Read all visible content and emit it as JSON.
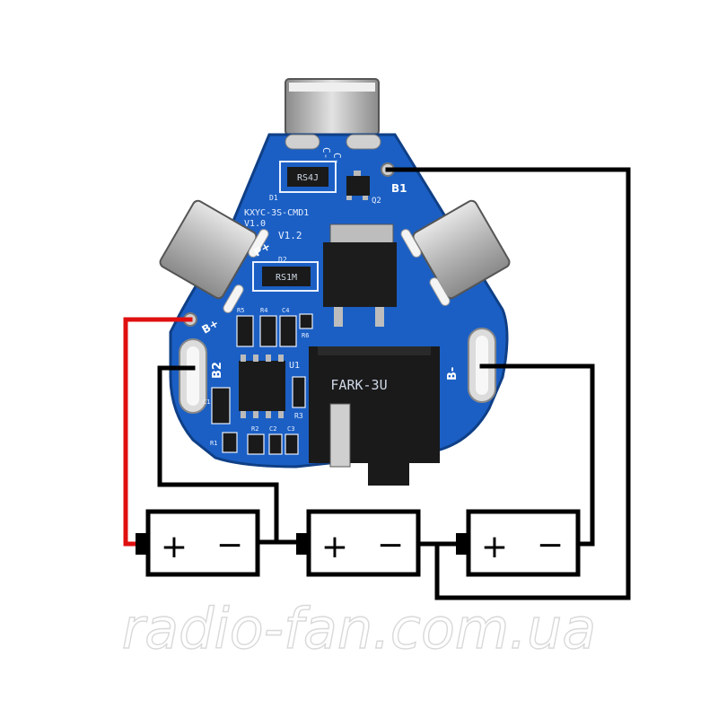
{
  "board": {
    "model": "KXYC-3S-CMD1",
    "version": "V1.0",
    "version2": "V1.2",
    "chip_d1": "RS4J",
    "chip_d2": "RS1M",
    "chip_u3": "FARK-3U",
    "labels": {
      "c_minus_1": "C-",
      "c_minus_2": "C-",
      "b1": "B1",
      "q2": "Q2",
      "d1": "D1",
      "d2": "D2",
      "p_plus": "P+",
      "b_plus": "B+",
      "b2": "B2",
      "b_minus": "B-",
      "u1": "U1",
      "r5": "R5",
      "r4": "R4",
      "c4": "C4",
      "r6": "R6",
      "r3": "R3",
      "c1": "C1",
      "r1": "R1",
      "r2": "R2",
      "c2": "C2",
      "c3": "C3"
    }
  },
  "batteries": [
    {
      "plus": "+",
      "minus": "−"
    },
    {
      "plus": "+",
      "minus": "−"
    },
    {
      "plus": "+",
      "minus": "−"
    }
  ],
  "watermark": "radio-fan.com.ua",
  "colors": {
    "pcb": "#1b5fc4",
    "pcb_dark": "#134a9c",
    "wire_black": "#000000",
    "wire_red": "#e01010",
    "metal": "#c9c9c9",
    "chip": "#1a1a1a"
  }
}
